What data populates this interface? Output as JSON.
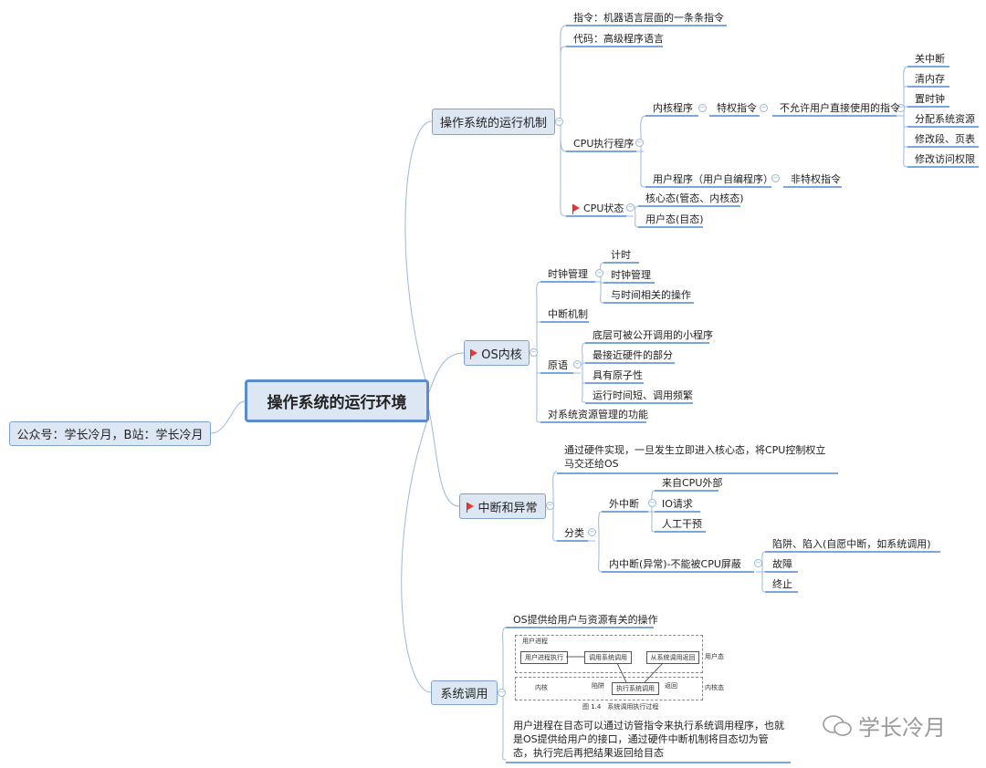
{
  "root": "操作系统的运行环境",
  "side_note": "公众号：学长冷月，B站：学长冷月",
  "branches": [
    {
      "label": "操作系统的运行机制",
      "children": {
        "instr": "指令：机器语言层面的一条条指令",
        "code": "代码：高级程序语言",
        "cpu_exec": "CPU执行程序",
        "kernel_prog": "内核程序",
        "priv_instr": "特权指令",
        "not_allowed": "不允许用户直接使用的指令",
        "priv_list": [
          "关中断",
          "清内存",
          "置时钟",
          "分配系统资源",
          "修改段、页表",
          "修改访问权限"
        ],
        "user_prog": "用户程序（用户自编程序）",
        "nonpriv": "非特权指令",
        "cpu_state": "CPU状态",
        "kernel_mode": "核心态(管态、内核态)",
        "user_mode": "用户态(目态)"
      }
    },
    {
      "label": "OS内核",
      "children": {
        "clock": "时钟管理",
        "clock_list": [
          "计时",
          "时钟管理",
          "与时间相关的操作"
        ],
        "interrupt": "中断机制",
        "primitive": "原语",
        "primitive_list": [
          "底层可被公开调用的小程序",
          "最接近硬件的部分",
          "具有原子性",
          "运行时间短、调用频繁"
        ],
        "resource": "对系统资源管理的功能"
      }
    },
    {
      "label": "中断和异常",
      "children": {
        "desc": "通过硬件实现，一旦发生立即进入核心态，将CPU控制权立马交还给OS",
        "classify": "分类",
        "external": "外中断",
        "external_list": [
          "来自CPU外部",
          "IO请求",
          "人工干预"
        ],
        "internal": "内中断(异常)-不能被CPU屏蔽",
        "internal_list": [
          "陷阱、陷入(自愿中断，如系统调用)",
          "故障",
          "终止"
        ]
      }
    },
    {
      "label": "系统调用",
      "children": {
        "provide": "OS提供给用户与资源有关的操作",
        "desc": "用户进程在目态可以通过访管指令来执行系统调用程序，也就是OS提供给用户的接口，通过硬件中断机制将目态切为管态，执行完后再把结果返回给目态",
        "figure": {
          "user_process": "用户进程",
          "exec": "用户进程执行",
          "call": "调用系统调用",
          "return_from": "从系统调用返回",
          "user_mode": "用户态",
          "kernel": "内核",
          "trap": "陷阱",
          "ret": "返回",
          "exec_sys": "执行系统调用",
          "kernel_mode": "内核态",
          "caption": "图 1.4　系统调用执行过程"
        }
      }
    }
  ],
  "watermark": "学长冷月",
  "colors": {
    "line": "#9bb8dc",
    "underline": "#7aa6dc",
    "box": "#dde7f3",
    "flag": "#e53935"
  }
}
